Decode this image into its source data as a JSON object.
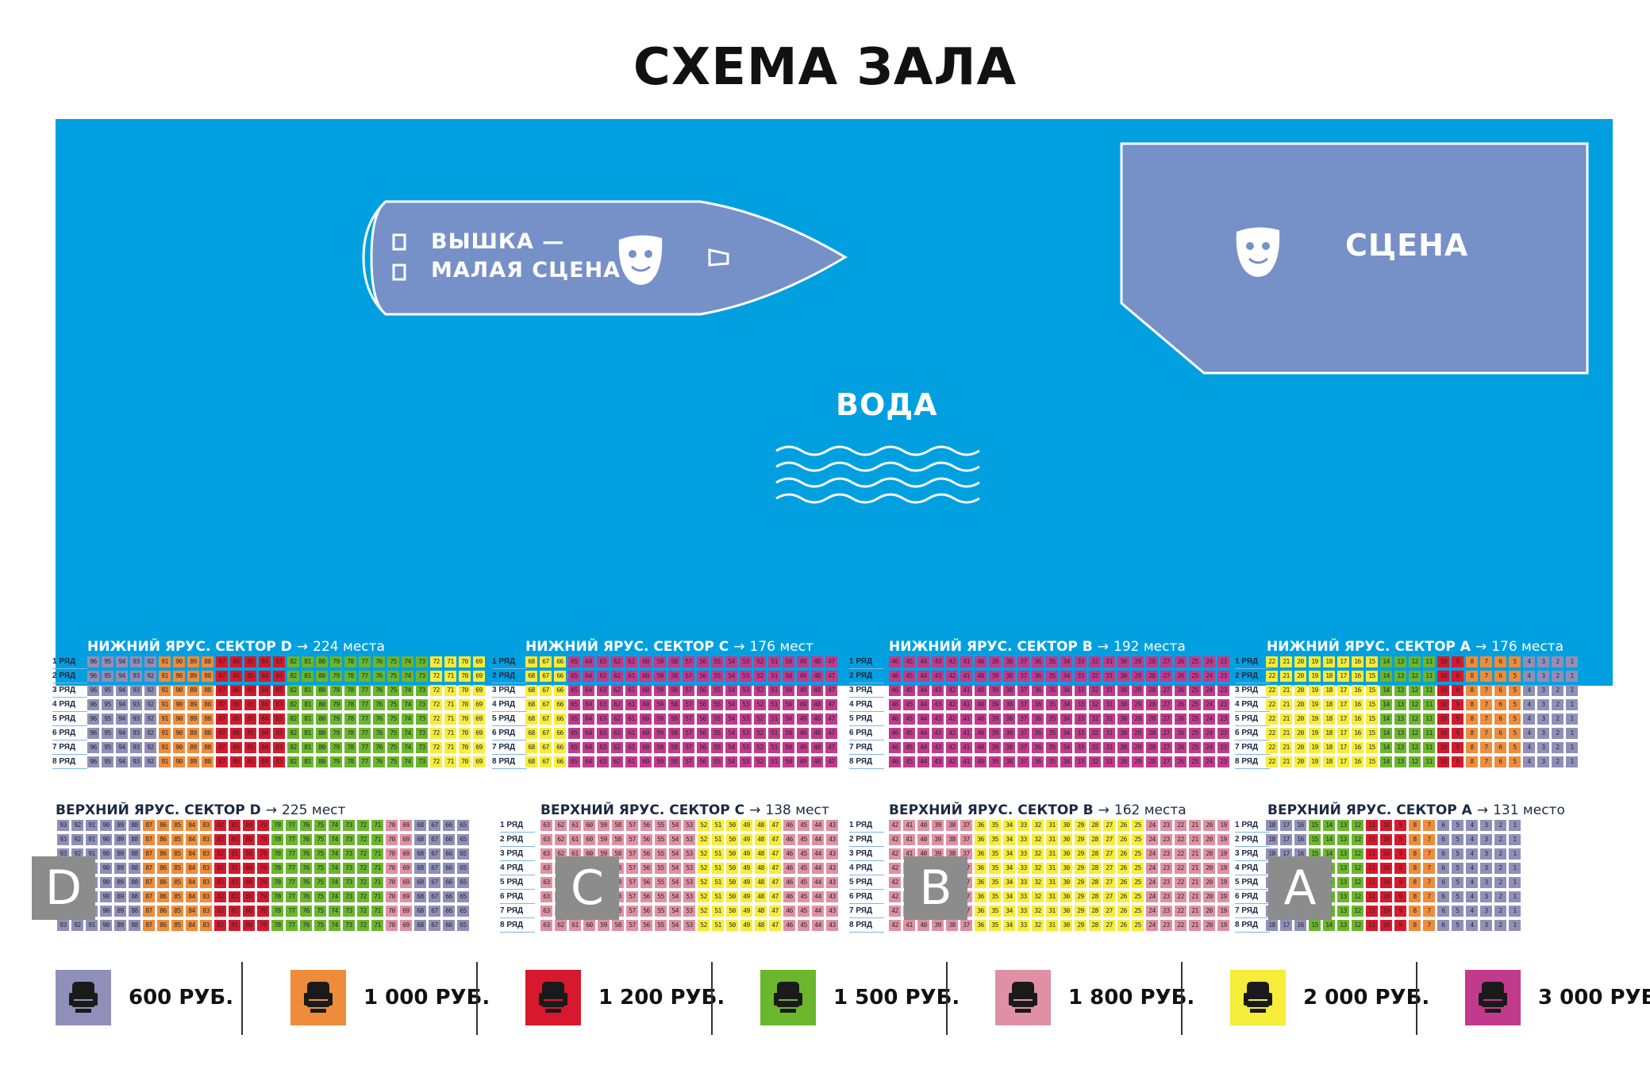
{
  "page_title": "СХЕМА ЗАЛА",
  "stage": {
    "main_label": "СЦЕНА",
    "tower_label_line1": "ВЫШКА —",
    "tower_label_line2": "МАЛАЯ СЦЕНА",
    "water_label": "ВОДА",
    "mask_icon": "theatre-mask-icon",
    "waves_icon": "waves-icon"
  },
  "colors": {
    "water": "#00a0e0",
    "stage": "#7690c8",
    "p600": "#8f8fb9",
    "p1000": "#ef8c3b",
    "p1200": "#d8182c",
    "p1500": "#6ab62d",
    "p1800": "#e090a4",
    "p2000": "#f6ec3a",
    "p3000": "#c23a8c"
  },
  "legend": [
    {
      "price": "600 РУБ.",
      "color": "#8f8fb9",
      "icon": "seat-icon"
    },
    {
      "price": "1 000 РУБ.",
      "color": "#ef8c3b",
      "icon": "seat-icon"
    },
    {
      "price": "1 200 РУБ.",
      "color": "#d8182c",
      "icon": "seat-icon"
    },
    {
      "price": "1 500 РУБ.",
      "color": "#6ab62d",
      "icon": "seat-icon"
    },
    {
      "price": "1 800 РУБ.",
      "color": "#e090a4",
      "icon": "seat-icon"
    },
    {
      "price": "2 000 РУБ.",
      "color": "#f6ec3a",
      "icon": "seat-icon"
    },
    {
      "price": "3 000 РУБ.",
      "color": "#c23a8c",
      "icon": "seat-icon"
    }
  ],
  "lower_sectors": [
    {
      "title": "НИЖНИЙ ЯРУС. СЕКТОР  D",
      "count": "224 места",
      "rows": [
        "1 РЯД",
        "2 РЯД",
        "3 РЯД",
        "4 РЯД",
        "5 РЯД",
        "6 РЯД",
        "7 РЯД",
        "8 РЯД"
      ],
      "seats": [
        "96",
        "95",
        "94",
        "93",
        "92",
        "91",
        "90",
        "89",
        "88",
        "87",
        "86",
        "85",
        "84",
        "83",
        "82",
        "81",
        "80",
        "79",
        "78",
        "77",
        "76",
        "75",
        "74",
        "73",
        "72",
        "71",
        "70",
        "69"
      ],
      "price_groups": [
        "p600",
        "p600",
        "p600",
        "p600",
        "p600",
        "p1000",
        "p1000",
        "p1000",
        "p1000",
        "p1200",
        "p1200",
        "p1200",
        "p1200",
        "p1200",
        "p1500",
        "p1500",
        "p1500",
        "p1500",
        "p1500",
        "p1500",
        "p1500",
        "p1500",
        "p1500",
        "p1500",
        "p2000",
        "p2000",
        "p2000",
        "p2000"
      ]
    },
    {
      "title": "НИЖНИЙ ЯРУС. СЕКТОР C",
      "count": "176 мест",
      "rows": [
        "1 РЯД",
        "2 РЯД",
        "3 РЯД",
        "4 РЯД",
        "5 РЯД",
        "6 РЯД",
        "7 РЯД",
        "8 РЯД"
      ],
      "seats": [
        "68",
        "67",
        "66",
        "65",
        "64",
        "63",
        "62",
        "61",
        "60",
        "59",
        "58",
        "57",
        "56",
        "55",
        "54",
        "53",
        "52",
        "51",
        "50",
        "49",
        "48",
        "47"
      ],
      "price_groups": [
        "p2000",
        "p2000",
        "p2000",
        "p3000",
        "p3000",
        "p3000",
        "p3000",
        "p3000",
        "p3000",
        "p3000",
        "p3000",
        "p3000",
        "p3000",
        "p3000",
        "p3000",
        "p3000",
        "p3000",
        "p3000",
        "p3000",
        "p3000",
        "p3000",
        "p3000"
      ]
    },
    {
      "title": "НИЖНИЙ ЯРУС. СЕКТОР B",
      "count": "192 места",
      "rows": [
        "1 РЯД",
        "2 РЯД",
        "3 РЯД",
        "4 РЯД",
        "5 РЯД",
        "6 РЯД",
        "7 РЯД",
        "8 РЯД"
      ],
      "seats": [
        "46",
        "45",
        "44",
        "43",
        "42",
        "41",
        "40",
        "39",
        "38",
        "37",
        "36",
        "35",
        "34",
        "33",
        "32",
        "31",
        "30",
        "29",
        "28",
        "27",
        "26",
        "25",
        "24",
        "23"
      ],
      "price_groups": [
        "p3000",
        "p3000",
        "p3000",
        "p3000",
        "p3000",
        "p3000",
        "p3000",
        "p3000",
        "p3000",
        "p3000",
        "p3000",
        "p3000",
        "p3000",
        "p3000",
        "p3000",
        "p3000",
        "p3000",
        "p3000",
        "p3000",
        "p3000",
        "p3000",
        "p3000",
        "p3000",
        "p3000"
      ]
    },
    {
      "title": "НИЖНИЙ ЯРУС. СЕКТОР A",
      "count": "176 места",
      "rows": [
        "1 РЯД",
        "2 РЯД",
        "3 РЯД",
        "4 РЯД",
        "5 РЯД",
        "6 РЯД",
        "7 РЯД",
        "8 РЯД"
      ],
      "seats": [
        "22",
        "21",
        "20",
        "19",
        "18",
        "17",
        "16",
        "15",
        "14",
        "13",
        "12",
        "11",
        "10",
        "9",
        "8",
        "7",
        "6",
        "5",
        "4",
        "3",
        "2",
        "1"
      ],
      "price_groups": [
        "p2000",
        "p2000",
        "p2000",
        "p2000",
        "p2000",
        "p2000",
        "p2000",
        "p2000",
        "p1500",
        "p1500",
        "p1500",
        "p1500",
        "p1200",
        "p1200",
        "p1000",
        "p1000",
        "p1000",
        "p1000",
        "p600",
        "p600",
        "p600",
        "p600"
      ]
    }
  ],
  "upper_sectors": [
    {
      "title": "ВЕРХНИЙ ЯРУС. СЕКТОР  D",
      "count": "225 мест",
      "badge": "D",
      "rows": [
        "1 РЯД",
        "2 РЯД",
        "3 РЯД",
        "4 РЯД",
        "5 РЯД",
        "6 РЯД",
        "7 РЯД",
        "8 РЯД"
      ],
      "seats": [
        "93",
        "92",
        "91",
        "90",
        "89",
        "88",
        "87",
        "86",
        "85",
        "84",
        "83",
        "82",
        "81",
        "80",
        "79",
        "78",
        "77",
        "76",
        "75",
        "74",
        "73",
        "72",
        "71",
        "70",
        "69",
        "68",
        "67",
        "66",
        "65"
      ],
      "price_groups": [
        "p600",
        "p600",
        "p600",
        "p600",
        "p600",
        "p600",
        "p1000",
        "p1000",
        "p1000",
        "p1000",
        "p1000",
        "p1200",
        "p1200",
        "p1200",
        "p1200",
        "p1500",
        "p1500",
        "p1500",
        "p1500",
        "p1500",
        "p1500",
        "p1500",
        "p1500",
        "p1800",
        "p1800",
        "p600",
        "p600",
        "p600",
        "p600"
      ]
    },
    {
      "title": "ВЕРХНИЙ ЯРУС. СЕКТОР  C",
      "count": "138 мест",
      "badge": "C",
      "rows": [
        "1 РЯД",
        "2 РЯД",
        "3 РЯД",
        "4 РЯД",
        "5 РЯД",
        "6 РЯД",
        "7 РЯД",
        "8 РЯД"
      ],
      "seats": [
        "63",
        "62",
        "61",
        "60",
        "59",
        "58",
        "57",
        "56",
        "55",
        "54",
        "53",
        "52",
        "51",
        "50",
        "49",
        "48",
        "47",
        "46",
        "45",
        "44",
        "43"
      ],
      "price_groups": [
        "p1800",
        "p1800",
        "p1800",
        "p1800",
        "p1800",
        "p1800",
        "p1800",
        "p1800",
        "p1800",
        "p1800",
        "p1800",
        "p2000",
        "p2000",
        "p2000",
        "p2000",
        "p2000",
        "p2000",
        "p1800",
        "p1800",
        "p1800",
        "p1800"
      ]
    },
    {
      "title": "ВЕРХНИЙ ЯРУС. СЕКТОР B",
      "count": "162 места",
      "badge": "B",
      "rows": [
        "1 РЯД",
        "2 РЯД",
        "3 РЯД",
        "4 РЯД",
        "5 РЯД",
        "6 РЯД",
        "7 РЯД",
        "8 РЯД"
      ],
      "seats": [
        "42",
        "41",
        "40",
        "39",
        "38",
        "37",
        "36",
        "35",
        "34",
        "33",
        "32",
        "31",
        "30",
        "29",
        "28",
        "27",
        "26",
        "25",
        "24",
        "23",
        "22",
        "21",
        "20",
        "19"
      ],
      "price_groups": [
        "p1800",
        "p1800",
        "p1800",
        "p1800",
        "p1800",
        "p1800",
        "p2000",
        "p2000",
        "p2000",
        "p2000",
        "p2000",
        "p2000",
        "p2000",
        "p2000",
        "p2000",
        "p2000",
        "p2000",
        "p2000",
        "p1800",
        "p1800",
        "p1800",
        "p1800",
        "p1800",
        "p1800"
      ]
    },
    {
      "title": "ВЕРХНИЙ ЯРУС. СЕКТОР A",
      "count": "131 место",
      "badge": "A",
      "rows": [
        "1 РЯД",
        "2 РЯД",
        "3 РЯД",
        "4 РЯД",
        "5 РЯД",
        "6 РЯД",
        "7 РЯД",
        "8 РЯД"
      ],
      "seats": [
        "18",
        "17",
        "16",
        "15",
        "14",
        "13",
        "12",
        "11",
        "10",
        "9",
        "8",
        "7",
        "6",
        "5",
        "4",
        "3",
        "2",
        "1"
      ],
      "price_groups": [
        "p600",
        "p600",
        "p600",
        "p1500",
        "p1500",
        "p1500",
        "p1500",
        "p1200",
        "p1200",
        "p1200",
        "p1000",
        "p1000",
        "p600",
        "p600",
        "p600",
        "p600",
        "p600",
        "p600"
      ]
    }
  ]
}
